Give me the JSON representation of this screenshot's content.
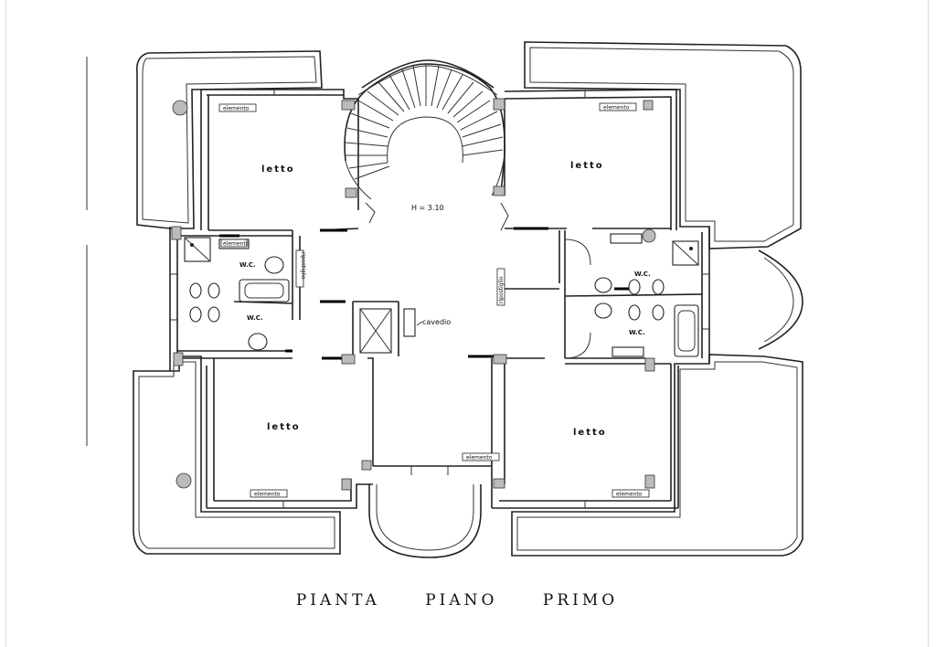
{
  "rooms": {
    "bedroom_top_left": "letto",
    "bedroom_top_right": "letto",
    "bedroom_bottom_left": "letto",
    "bedroom_bottom_right": "letto"
  },
  "bathrooms": {
    "wc_left_upper": "W.C.",
    "wc_left_lower": "W.C.",
    "wc_right_upper": "W.C.",
    "wc_right_lower": "W.C."
  },
  "height_note": "H = 3.10",
  "shaft_label": "cavedio",
  "element_tags": [
    "elemento",
    "elemento",
    "elemento",
    "elemento",
    "elemento",
    "elemento"
  ],
  "closet_tags": [
    "ripostiglio",
    "ripostiglio"
  ],
  "title": {
    "word1": "PIANTA",
    "word2": "PIANO",
    "word3": "PRIMO"
  }
}
